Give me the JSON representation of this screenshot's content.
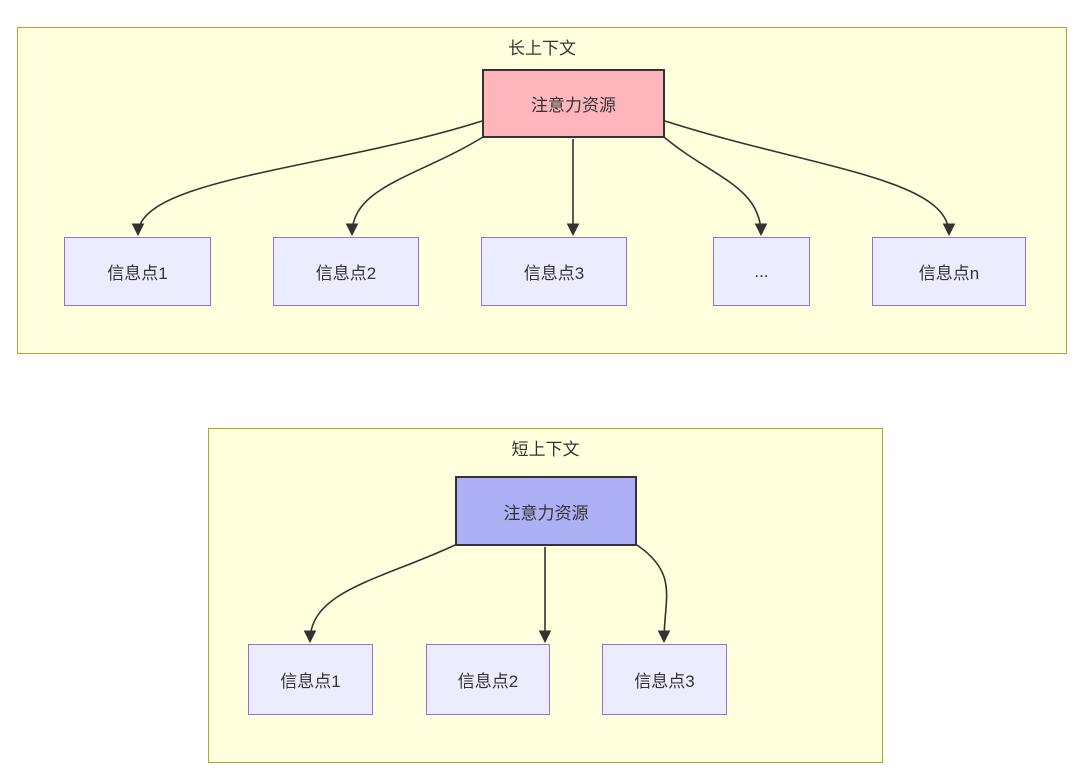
{
  "diagram": {
    "type": "flowchart",
    "clusters": [
      {
        "title": "长上下文",
        "root": {
          "label": "注意力资源"
        },
        "children": [
          {
            "label": "信息点1"
          },
          {
            "label": "信息点2"
          },
          {
            "label": "信息点3"
          },
          {
            "label": "..."
          },
          {
            "label": "信息点n"
          }
        ]
      },
      {
        "title": "短上下文",
        "root": {
          "label": "注意力资源"
        },
        "children": [
          {
            "label": "信息点1"
          },
          {
            "label": "信息点2"
          },
          {
            "label": "信息点3"
          }
        ]
      }
    ],
    "colors": {
      "cluster_fill": "#ffffde",
      "cluster_border": "#aaaa33",
      "long_root_fill": "#ffb5bc",
      "short_root_fill": "#aeb0f5",
      "root_border": "#333333",
      "child_fill": "#ececff",
      "child_border": "#9370db",
      "arrow": "#333333",
      "text": "#333333"
    }
  }
}
